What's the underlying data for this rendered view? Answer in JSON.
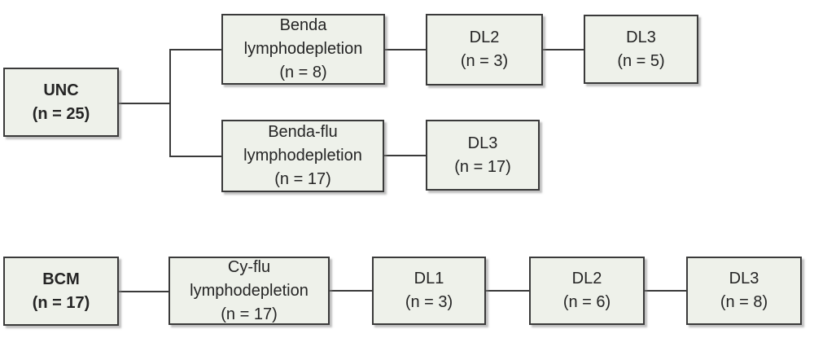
{
  "diagram": {
    "type": "flowchart",
    "colors": {
      "background": "#ffffff",
      "box_fill": "#eef1ea",
      "box_border": "#3a3a3a",
      "connector": "#3a3a3a",
      "text": "#242424",
      "shadow": "rgba(130,130,130,0.5)"
    },
    "nodes": [
      {
        "id": "unc",
        "lines": [
          "UNC",
          "(n = 25)"
        ],
        "emphasis": "bold"
      },
      {
        "id": "benda-lymphodepletion",
        "lines": [
          "Benda",
          "lymphodepletion",
          "(n = 8)"
        ],
        "emphasis": "normal"
      },
      {
        "id": "dl2-benda",
        "lines": [
          "DL2",
          "(n = 3)"
        ],
        "emphasis": "normal"
      },
      {
        "id": "dl3-benda",
        "lines": [
          "DL3",
          "(n = 5)"
        ],
        "emphasis": "normal"
      },
      {
        "id": "benda-flu-lymphodepletion",
        "lines": [
          "Benda-flu",
          "lymphodepletion",
          "(n = 17)"
        ],
        "emphasis": "normal"
      },
      {
        "id": "dl3-benda-flu",
        "lines": [
          "DL3",
          "(n = 17)"
        ],
        "emphasis": "normal"
      },
      {
        "id": "bcm",
        "lines": [
          "BCM",
          "(n = 17)"
        ],
        "emphasis": "bold"
      },
      {
        "id": "cy-flu-lymphodepletion",
        "lines": [
          "Cy-flu",
          "lymphodepletion",
          "(n = 17)"
        ],
        "emphasis": "normal"
      },
      {
        "id": "dl1-bcm",
        "lines": [
          "DL1",
          "(n = 3)"
        ],
        "emphasis": "normal"
      },
      {
        "id": "dl2-bcm",
        "lines": [
          "DL2",
          "(n = 6)"
        ],
        "emphasis": "normal"
      },
      {
        "id": "dl3-bcm",
        "lines": [
          "DL3",
          "(n = 8)"
        ],
        "emphasis": "normal"
      }
    ],
    "edges": [
      {
        "from": "unc",
        "to": "benda-lymphodepletion"
      },
      {
        "from": "unc",
        "to": "benda-flu-lymphodepletion"
      },
      {
        "from": "benda-lymphodepletion",
        "to": "dl2-benda"
      },
      {
        "from": "dl2-benda",
        "to": "dl3-benda"
      },
      {
        "from": "benda-flu-lymphodepletion",
        "to": "dl3-benda-flu"
      },
      {
        "from": "bcm",
        "to": "cy-flu-lymphodepletion"
      },
      {
        "from": "cy-flu-lymphodepletion",
        "to": "dl1-bcm"
      },
      {
        "from": "dl1-bcm",
        "to": "dl2-bcm"
      },
      {
        "from": "dl2-bcm",
        "to": "dl3-bcm"
      }
    ]
  }
}
